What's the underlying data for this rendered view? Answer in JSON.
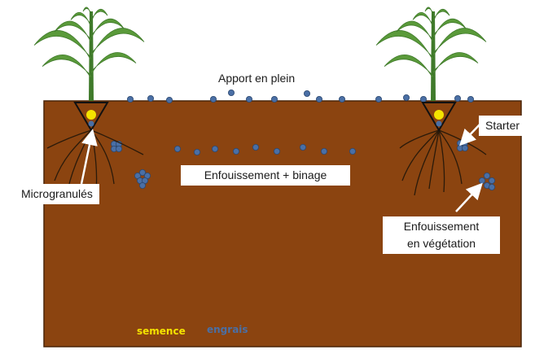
{
  "labels": {
    "apport_en_plein": "Apport en plein",
    "enfouissement_binage": "Enfouissement + binage",
    "microgranules": "Microgranulés",
    "starter": "Starter",
    "enfouissement_vegetation_line1": "Enfouissement",
    "enfouissement_vegetation_line2": "en végétation"
  },
  "legend": {
    "semence": "semence",
    "engrais": "engrais"
  },
  "colors": {
    "soil": "#8B4410",
    "soil_border": "#4a2508",
    "fertilizer": "#4a6fa5",
    "seed": "#f4e300",
    "leaf": "#5a9a3a",
    "leaf_dark": "#3f7a2a",
    "root": "#2a1a0a",
    "arrow": "#ffffff"
  },
  "icons": {
    "plant": "maize-plant-icon",
    "seed": "seed-icon",
    "fertilizer": "fertilizer-granule-icon"
  }
}
